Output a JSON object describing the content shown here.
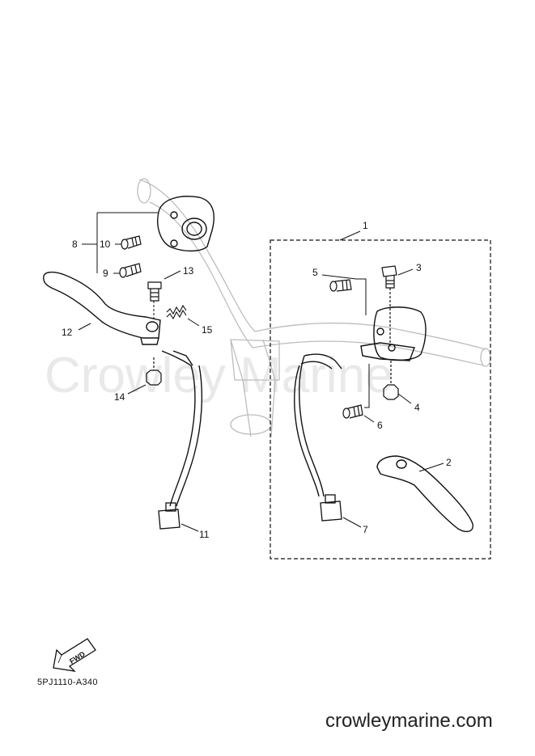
{
  "watermark": "Crowley Marine",
  "fwd_label": "FWD",
  "diagram_code": "5PJ1110-A340",
  "site": "crowleymarine.com",
  "callouts": [
    "1",
    "2",
    "3",
    "4",
    "5",
    "6",
    "7",
    "8",
    "9",
    "10",
    "11",
    "12",
    "13",
    "14",
    "15"
  ]
}
